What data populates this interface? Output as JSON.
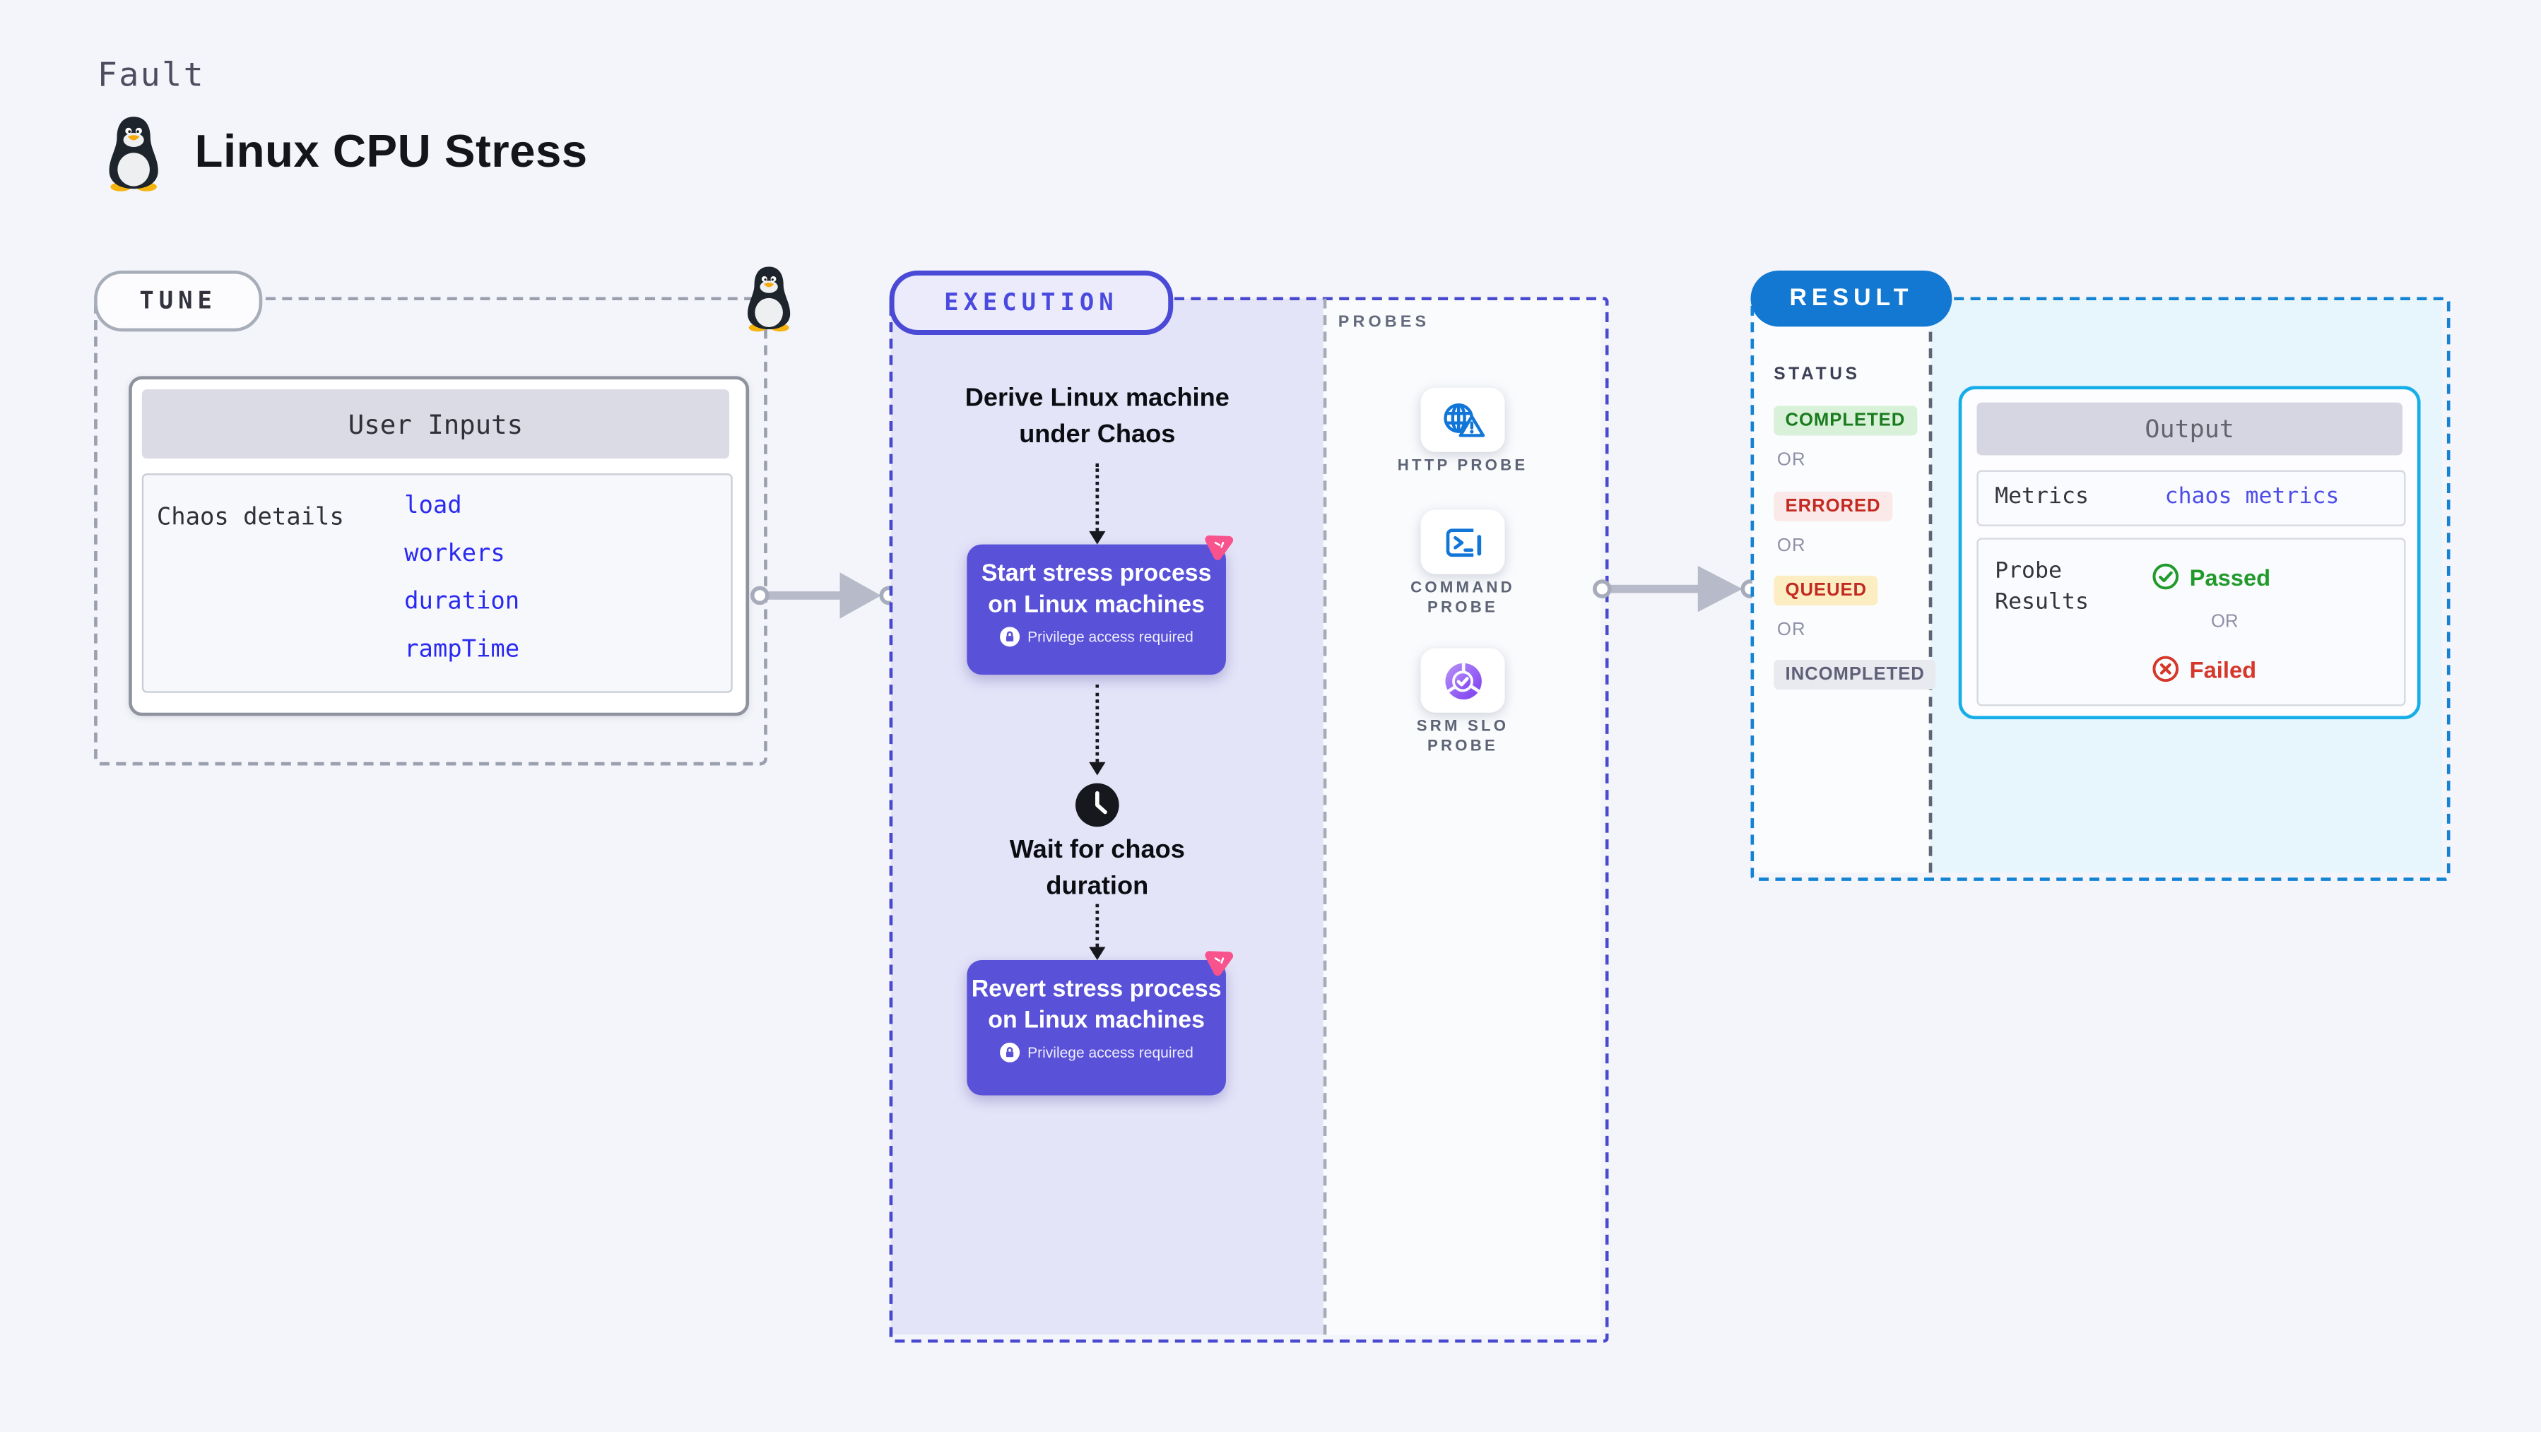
{
  "header": {
    "kind": "Fault",
    "title": "Linux CPU Stress",
    "icon": "tux-penguin-icon"
  },
  "tune": {
    "badge": "TUNE",
    "corner_icon": "tux-penguin-icon",
    "user_inputs": {
      "header": "User Inputs",
      "row_label": "Chaos details",
      "inputs": [
        "load",
        "workers",
        "duration",
        "rampTime"
      ]
    }
  },
  "execution": {
    "badge": "EXECUTION",
    "derive_label": "Derive Linux machine under Chaos",
    "wait_label": "Wait for chaos duration",
    "wait_icon": "clock-icon",
    "nodes": [
      {
        "title": "Start stress process on Linux machines",
        "note": "Privilege access required",
        "corner_icon": "chaos-pinwheel-icon",
        "note_icon": "lock-icon"
      },
      {
        "title": "Revert stress process on Linux machines",
        "note": "Privilege access required",
        "corner_icon": "chaos-pinwheel-icon",
        "note_icon": "lock-icon"
      }
    ]
  },
  "probes": {
    "label": "PROBES",
    "items": [
      {
        "name": "HTTP PROBE",
        "icon": "globe-alert-icon"
      },
      {
        "name": "COMMAND PROBE",
        "icon": "terminal-icon"
      },
      {
        "name": "SRM SLO PROBE",
        "icon": "slo-gauge-icon"
      }
    ]
  },
  "result": {
    "badge": "RESULT",
    "status_heading": "STATUS",
    "or_label": "OR",
    "statuses": [
      {
        "label": "COMPLETED",
        "bg": "#d9f1d9",
        "color": "#1a7c1f"
      },
      {
        "label": "ERRORED",
        "bg": "#fbe9e9",
        "color": "#c32a21"
      },
      {
        "label": "QUEUED",
        "bg": "#fceec2",
        "color": "#c32a21"
      },
      {
        "label": "INCOMPLETED",
        "bg": "#e9e9f0",
        "color": "#5f6078"
      }
    ],
    "output": {
      "header": "Output",
      "metrics_label": "Metrics",
      "metrics_link": "chaos metrics",
      "probe_results_label": "Probe Results",
      "passed_label": "Passed",
      "failed_label": "Failed",
      "passed_icon": "check-circle-icon",
      "failed_icon": "x-circle-icon"
    }
  },
  "colors": {
    "page_bg": "#f4f5fa",
    "execution_panel": "#e4e4f8",
    "execution_border": "#4949d0",
    "node_purple": "#5951d8",
    "chaos_pink": "#f8538c",
    "tune_border": "#9aa0ad",
    "result_border": "#1583d3",
    "result_badge_bg": "#1278d2",
    "result_panel": "#e7f5fc",
    "output_border": "#16aee8",
    "probe_icon_blue": "#1276d8",
    "srm_gradient": [
      "#b892f8",
      "#7a3bf0"
    ],
    "link_blue": "#2a2af0",
    "metrics_link_blue": "#4d4de8",
    "passed_green": "#219a2b",
    "failed_red": "#d5372a",
    "arrow_gray": "#b7bac8"
  }
}
